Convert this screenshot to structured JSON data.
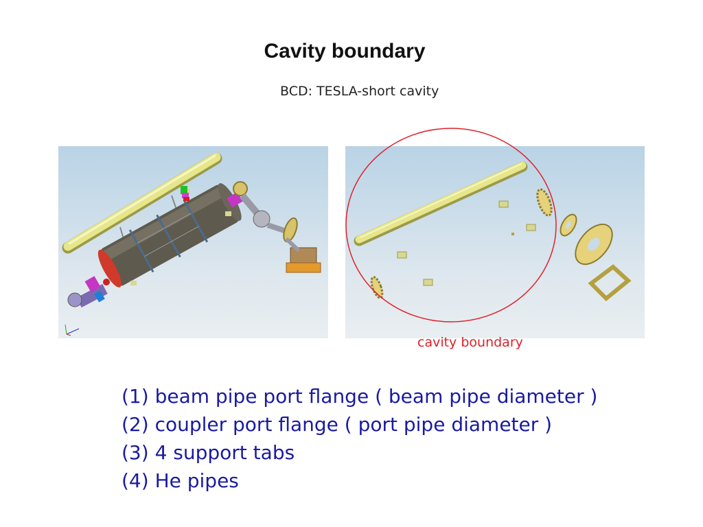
{
  "slide": {
    "title": "Cavity boundary",
    "subtitle": "BCD: TESLA-short cavity",
    "boundary_label": "cavity boundary",
    "items": [
      "(1) beam pipe port flange ( beam pipe diameter )",
      "(2) coupler port flange ( port pipe diameter )",
      "(3) 4 support tabs",
      "(4) He pipes"
    ]
  },
  "colors": {
    "text": "#111111",
    "list_text": "#1a1aa0",
    "boundary": "#e0202a",
    "pipe": "#e6e68a",
    "vessel": "#5e5a4e"
  }
}
